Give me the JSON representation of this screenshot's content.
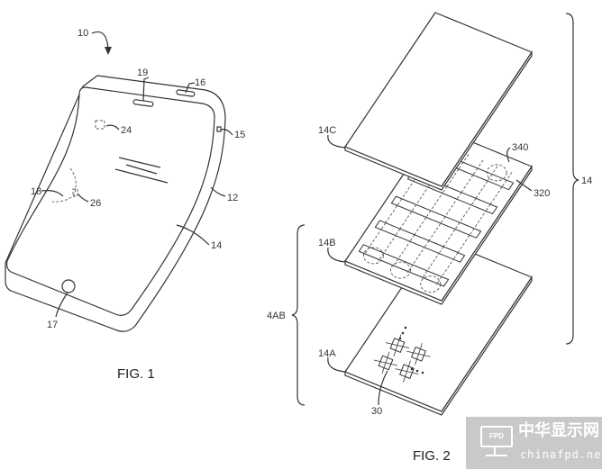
{
  "fig1": {
    "caption": "FIG. 1",
    "labels": {
      "device": "10",
      "housing": "12",
      "display": "14",
      "button_side": "15",
      "speaker": "16",
      "home_button": "17",
      "region": "18",
      "receiver": "19",
      "sensor": "24",
      "component": "26"
    }
  },
  "fig2": {
    "caption": "FIG. 2",
    "labels": {
      "display_stack": "14",
      "cover_layer": "14C",
      "touch_layer": "14B",
      "pixel_layer": "14A",
      "layers_group": "4AB",
      "touch_sensor": "340",
      "electrodes": "320",
      "pixels": "30"
    },
    "touch_grid": {
      "rows": 5,
      "columns": 6
    }
  },
  "watermark": {
    "badge": "FPD",
    "chinese": "中华显示网",
    "site": "chinafpd.net"
  }
}
